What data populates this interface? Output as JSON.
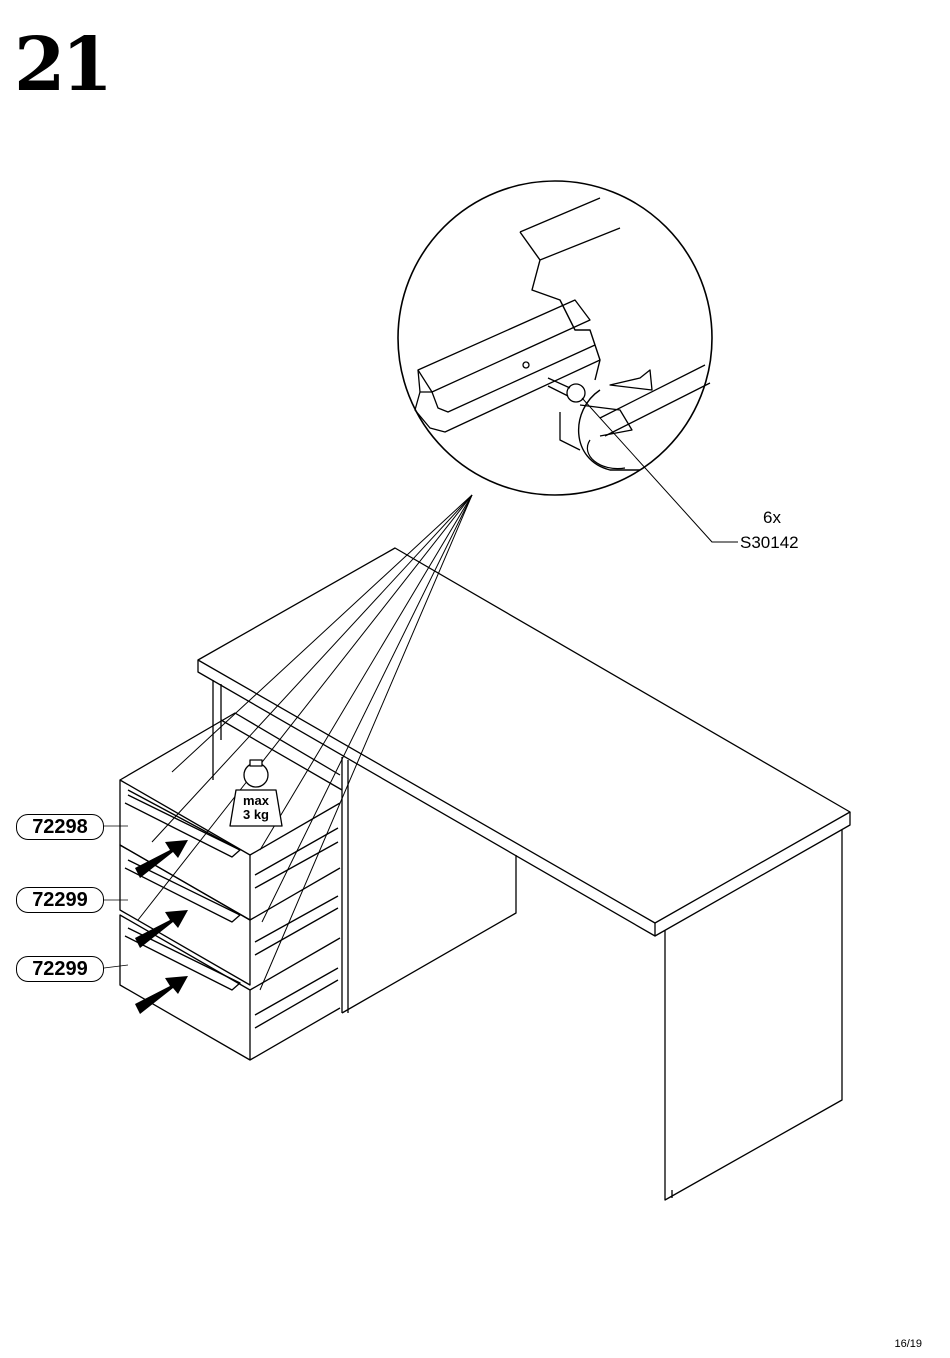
{
  "step": {
    "number": "21"
  },
  "detail": {
    "quantity": "6x",
    "screw_code": "S30142"
  },
  "drawers": [
    {
      "code": "72298"
    },
    {
      "code": "72299"
    },
    {
      "code": "72299"
    }
  ],
  "load": {
    "line1": "max",
    "line2": "3 kg"
  },
  "page": {
    "number": "16/19"
  }
}
